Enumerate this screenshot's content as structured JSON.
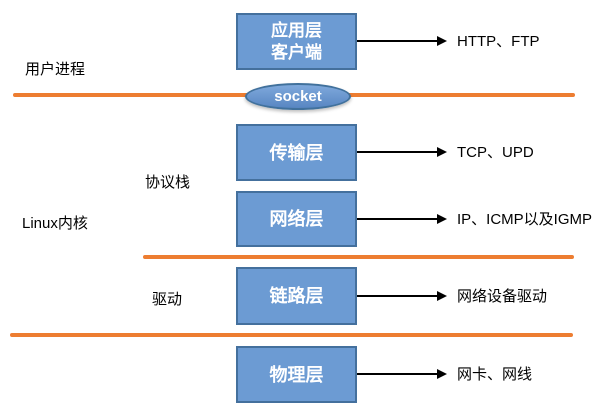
{
  "socket": {
    "label": "socket"
  },
  "left_labels": {
    "user_process": "用户进程",
    "linux_kernel": "Linux内核",
    "protocol_stack": "协议栈",
    "driver": "驱动"
  },
  "layers": [
    {
      "name": "application",
      "lines": [
        "应用层",
        "客户端"
      ],
      "target": "HTTP、FTP"
    },
    {
      "name": "transport",
      "lines": [
        "传输层"
      ],
      "target": "TCP、UPD"
    },
    {
      "name": "network",
      "lines": [
        "网络层"
      ],
      "target": "IP、ICMP以及IGMP"
    },
    {
      "name": "link",
      "lines": [
        "链路层"
      ],
      "target": "网络设备驱动"
    },
    {
      "name": "physical",
      "lines": [
        "物理层"
      ],
      "target": "网卡、网线"
    }
  ],
  "colors": {
    "box_fill": "#6C9BD3",
    "box_border": "#44709D",
    "socket_border": "#41719C",
    "divider_orange": "#ED7D31",
    "arrow_black": "#000000",
    "box_text": "#FFFFFF"
  }
}
